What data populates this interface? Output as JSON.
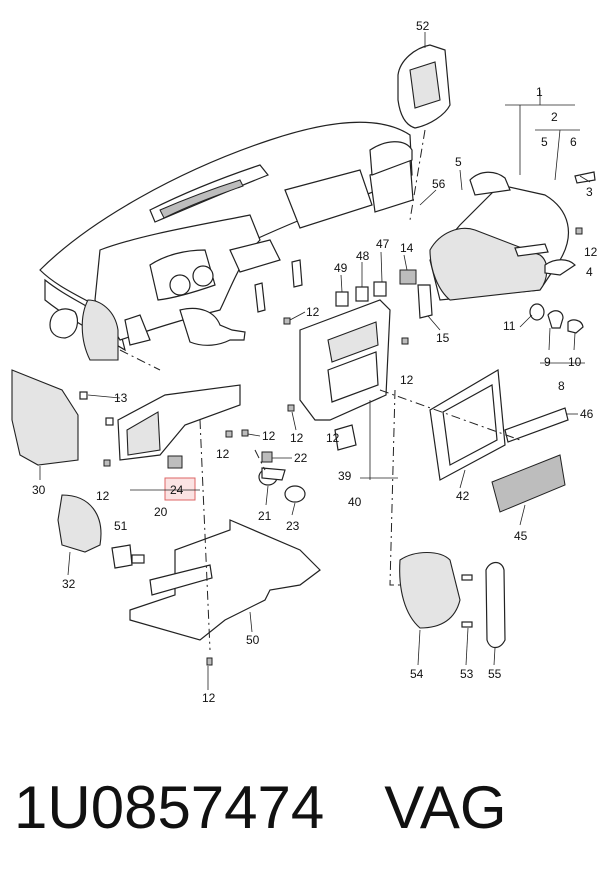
{
  "diagram": {
    "callouts": [
      {
        "id": "52",
        "text": "52"
      },
      {
        "id": "1",
        "text": "1"
      },
      {
        "id": "2",
        "text": "2"
      },
      {
        "id": "5a",
        "text": "5"
      },
      {
        "id": "6",
        "text": "6"
      },
      {
        "id": "5b",
        "text": "5"
      },
      {
        "id": "3",
        "text": "3"
      },
      {
        "id": "56",
        "text": "56"
      },
      {
        "id": "4",
        "text": "4"
      },
      {
        "id": "12a",
        "text": "12"
      },
      {
        "id": "47",
        "text": "47"
      },
      {
        "id": "49",
        "text": "49"
      },
      {
        "id": "48",
        "text": "48"
      },
      {
        "id": "14",
        "text": "14"
      },
      {
        "id": "12b",
        "text": "12"
      },
      {
        "id": "15",
        "text": "15"
      },
      {
        "id": "11",
        "text": "11"
      },
      {
        "id": "9",
        "text": "9"
      },
      {
        "id": "10",
        "text": "10"
      },
      {
        "id": "8",
        "text": "8"
      },
      {
        "id": "12c",
        "text": "12"
      },
      {
        "id": "13",
        "text": "13"
      },
      {
        "id": "46",
        "text": "46"
      },
      {
        "id": "12d",
        "text": "12"
      },
      {
        "id": "12e",
        "text": "12"
      },
      {
        "id": "12f",
        "text": "12"
      },
      {
        "id": "22",
        "text": "22"
      },
      {
        "id": "12g",
        "text": "12"
      },
      {
        "id": "30",
        "text": "30"
      },
      {
        "id": "12h",
        "text": "12"
      },
      {
        "id": "24",
        "text": "24"
      },
      {
        "id": "20",
        "text": "20"
      },
      {
        "id": "21",
        "text": "21"
      },
      {
        "id": "23",
        "text": "23"
      },
      {
        "id": "39",
        "text": "39"
      },
      {
        "id": "40",
        "text": "40"
      },
      {
        "id": "42",
        "text": "42"
      },
      {
        "id": "45",
        "text": "45"
      },
      {
        "id": "51",
        "text": "51"
      },
      {
        "id": "32",
        "text": "32"
      },
      {
        "id": "50",
        "text": "50"
      },
      {
        "id": "12i",
        "text": "12"
      },
      {
        "id": "54",
        "text": "54"
      },
      {
        "id": "53",
        "text": "53"
      },
      {
        "id": "55",
        "text": "55"
      }
    ]
  },
  "footer": {
    "part_number": "1U0857474",
    "brand": "VAG"
  }
}
